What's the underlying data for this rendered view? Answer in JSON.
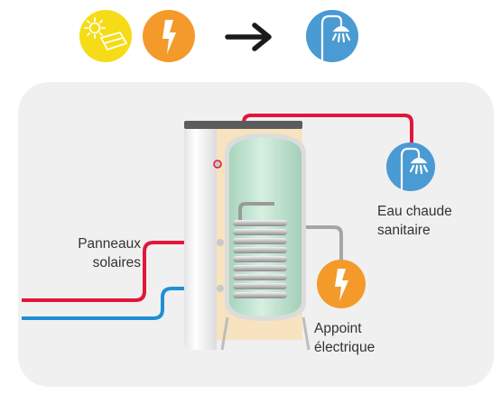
{
  "header": {
    "icons": [
      "sun-solar-panel-icon",
      "lightning-icon",
      "arrow-right-icon",
      "shower-icon"
    ]
  },
  "labels": {
    "solar_panels": [
      "Panneaux",
      "solaires"
    ],
    "hot_water": [
      "Eau chaude",
      "sanitaire"
    ],
    "electric_backup": [
      "Appoint",
      "électrique"
    ]
  },
  "colors": {
    "yellow": "#f5dc16",
    "orange": "#f39a2a",
    "blue_icon": "#4a9ad3",
    "red_pipe": "#e2163a",
    "blue_pipe": "#1f8fd6",
    "grey_pipe": "#a5a5a5",
    "panel_bg": "#f0f0f0",
    "insulation": "#f7e3bf",
    "tank_water": "#c4e6d3"
  }
}
